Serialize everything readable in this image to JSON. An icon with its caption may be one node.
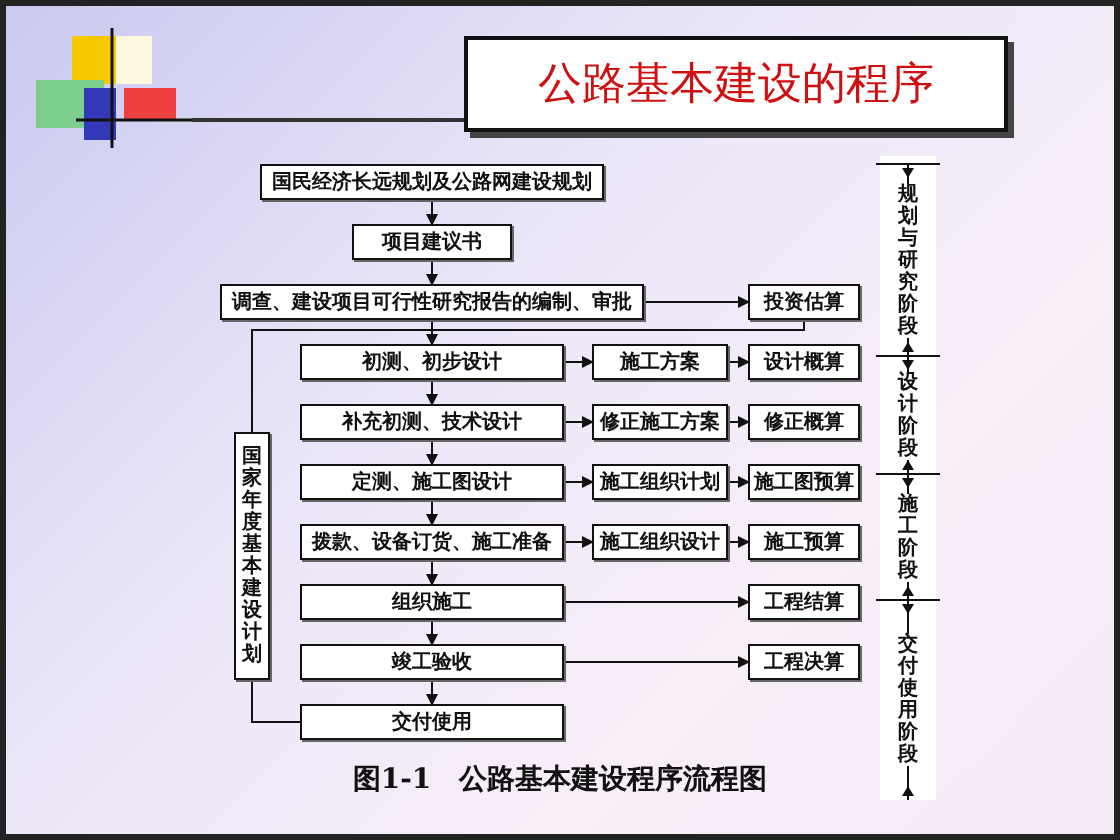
{
  "diagram": {
    "title": "公路基本建设的程序",
    "caption": "图1-1　公路基本建设程序流程图",
    "nodes": [
      {
        "text": [
          "国民经济长远规划及公路网建设规划"
        ]
      },
      {
        "text": [
          "项目建议书"
        ]
      },
      {
        "text": [
          "调查、建设项目可行性研究报告的编制、审批"
        ]
      },
      {
        "text": [
          "投资估算"
        ]
      },
      {
        "text": [
          "初测、初步设计"
        ]
      },
      {
        "text": [
          "施工方案"
        ]
      },
      {
        "text": [
          "设计概算"
        ]
      },
      {
        "text": [
          "补充初测、技术设计"
        ]
      },
      {
        "text": [
          "修正施工方案"
        ]
      },
      {
        "text": [
          "修正概算"
        ]
      },
      {
        "text": [
          "定测、施工图设计"
        ]
      },
      {
        "text": [
          "施工组织计划"
        ]
      },
      {
        "text": [
          "施工图预算"
        ]
      },
      {
        "text": [
          "拨款、设备订货、施工准备"
        ]
      },
      {
        "text": [
          "施工组织设计"
        ]
      },
      {
        "text": [
          "施工预算"
        ]
      },
      {
        "text": [
          "组织施工"
        ]
      },
      {
        "text": [
          "工程结算"
        ]
      },
      {
        "text": [
          "竣工验收"
        ]
      },
      {
        "text": [
          "工程决算"
        ]
      },
      {
        "text": [
          "交付使用"
        ]
      },
      {
        "text": [
          "国家年度基本建设计划"
        ]
      }
    ],
    "edges": [
      {
        "from": 0,
        "to": 1,
        "arrow": "to"
      },
      {
        "from": 1,
        "to": 2,
        "arrow": "to"
      },
      {
        "from": 2,
        "to": 3,
        "arrow": "to"
      },
      {
        "from": 2,
        "to": 4,
        "arrow": "to"
      },
      {
        "from": 4,
        "to": 5,
        "arrow": "to"
      },
      {
        "from": 5,
        "to": 6,
        "arrow": "to"
      },
      {
        "from": 4,
        "to": 7,
        "arrow": "to"
      },
      {
        "from": 7,
        "to": 8,
        "arrow": "to"
      },
      {
        "from": 8,
        "to": 9,
        "arrow": "to"
      },
      {
        "from": 7,
        "to": 10,
        "arrow": "to"
      },
      {
        "from": 10,
        "to": 11,
        "arrow": "to"
      },
      {
        "from": 11,
        "to": 12,
        "arrow": "to"
      },
      {
        "from": 10,
        "to": 13,
        "arrow": "to"
      },
      {
        "from": 13,
        "to": 14,
        "arrow": "to"
      },
      {
        "from": 14,
        "to": 15,
        "arrow": "to"
      },
      {
        "from": 13,
        "to": 16,
        "arrow": "to"
      },
      {
        "from": 16,
        "to": 17,
        "arrow": "to"
      },
      {
        "from": 16,
        "to": 18,
        "arrow": "to"
      },
      {
        "from": 18,
        "to": 19,
        "arrow": "to"
      },
      {
        "from": 18,
        "to": 20,
        "arrow": "to"
      },
      {
        "from": 3,
        "to": 21,
        "arrow": "none"
      },
      {
        "from": 21,
        "to": 20,
        "arrow": "none"
      }
    ],
    "labels": [
      "规划与研究阶段",
      "设计阶段",
      "施工阶段",
      "交付使用阶段"
    ]
  }
}
